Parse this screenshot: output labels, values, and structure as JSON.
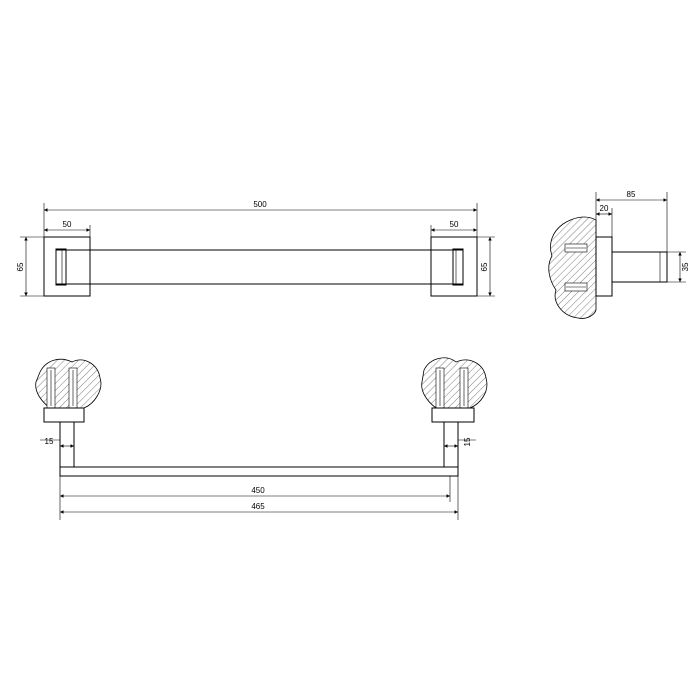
{
  "front_view": {
    "overall_length": "500",
    "left_plate_width": "50",
    "right_plate_width": "50",
    "left_height": "65",
    "right_height": "65"
  },
  "side_view": {
    "depth": "85",
    "plate_thickness": "20",
    "bar_diameter": "35"
  },
  "top_view": {
    "left_post": "15",
    "right_post": "15",
    "inner_length": "450",
    "outer_length": "465"
  }
}
